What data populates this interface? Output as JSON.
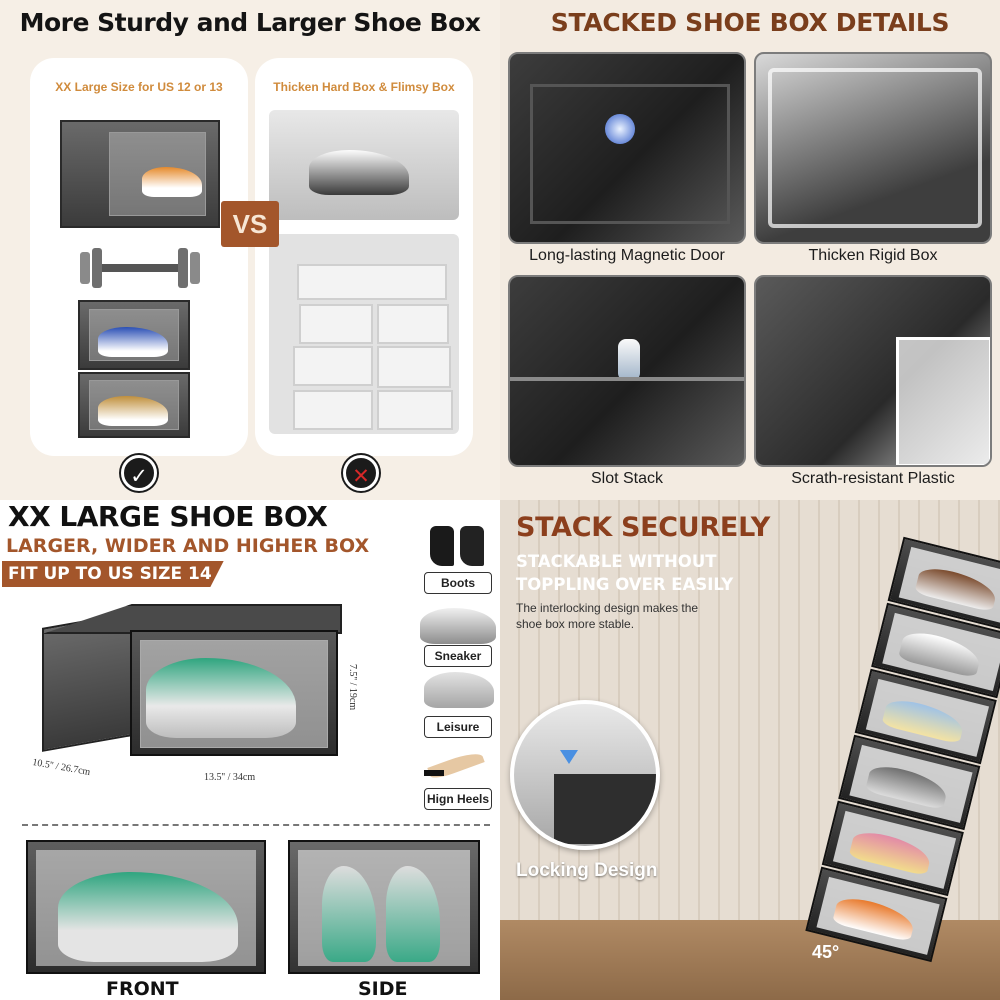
{
  "q1": {
    "title": "More Sturdy and Larger Shoe Box",
    "left_label": "XX Large Size for US 12 or 13",
    "right_label": "Thicken Hard Box & Flimsy Box",
    "vs": "VS",
    "good_mark": "✓",
    "bad_mark": "✕"
  },
  "q2": {
    "title": "STACKED SHOE BOX DETAILS",
    "details": [
      {
        "caption": "Long-lasting Magnetic Door"
      },
      {
        "caption": "Thicken Rigid Box"
      },
      {
        "caption": "Slot Stack"
      },
      {
        "caption": "Scrath-resistant Plastic"
      }
    ]
  },
  "q3": {
    "title": "XX LARGE SHOE BOX",
    "subtitle": "LARGER, WIDER  AND HIGHER BOX",
    "fit": "FIT UP TO US SIZE 14",
    "dim_height": "7.5'' / 19cm",
    "dim_depth": "10.5'' / 26.7cm",
    "dim_width": "13.5'' / 34cm",
    "types": [
      "Boots",
      "Sneaker",
      "Leisure",
      "Hign Heels"
    ],
    "front": "FRONT",
    "side": "SIDE"
  },
  "q4": {
    "title": "STACK SECURELY",
    "subtitle": "STACKABLE WITHOUT TOPPLING OVER EASILY",
    "desc": "The interlocking design makes the shoe box more stable.",
    "lock": "Locking Design",
    "angle": "45°"
  }
}
